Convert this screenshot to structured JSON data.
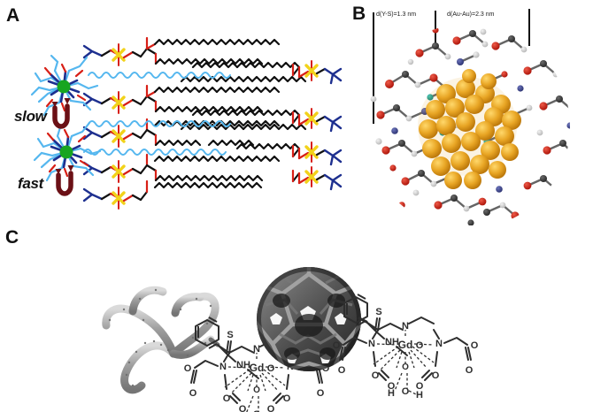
{
  "figure": {
    "panels": [
      {
        "id": "A",
        "letter": "A",
        "name": "lipid-bilayer-gd-chelate-schematic",
        "labels": [
          {
            "id": "slow",
            "text": "slow"
          },
          {
            "id": "fast",
            "text": "fast"
          }
        ],
        "legend_colors": {
          "phosphorus": "#f2d21a",
          "oxygen": "#d81f16",
          "nitrogen": "#1d2f8f",
          "carbon_chain": "#111111",
          "peg_chain": "#55b7ef",
          "metal_center": "#17a520"
        },
        "arrow_color": "#6b1016"
      },
      {
        "id": "B",
        "letter": "B",
        "name": "gold-nanoparticle-model",
        "dimension_labels": [
          {
            "id": "y-s",
            "text": "d(Y-S)=1.3 nm"
          },
          {
            "id": "au-au",
            "text": "d(Au-Au)=2.3 nm"
          }
        ],
        "legend_colors": {
          "gold_core": "#e0991b",
          "oxygen": "#c01d12",
          "carbon": "#3b3b3b",
          "hydrogen": "#d9d9d9",
          "nitrogen": "#39407d",
          "sulfur": "#16a19a"
        }
      },
      {
        "id": "C",
        "letter": "C",
        "name": "dendrimer-and-fullerene-gd-dtpa-conjugates",
        "structures": [
          {
            "id": "left",
            "name": "branched-polymer-gd-dtpa",
            "atom_labels": [
              "S",
              "NH",
              "N",
              "N",
              "Gd",
              "O",
              "O",
              "O",
              "O",
              "O",
              "O",
              "O",
              "O",
              "H",
              "O",
              "H"
            ]
          },
          {
            "id": "right",
            "name": "fullerene-cage-gd-dtpa",
            "atom_labels": [
              "S",
              "NH",
              "N",
              "N",
              "Gd",
              "O",
              "O",
              "O",
              "O",
              "O",
              "O",
              "O",
              "O",
              "H",
              "O",
              "H"
            ]
          }
        ],
        "chelate": {
          "thiocarbonyl": "S",
          "amide": "NH",
          "metal": "Gd",
          "nitrogen_left": "N",
          "nitrogen_mid": "N",
          "nitrogen_right": "N",
          "water_h_left": "H",
          "water_o": "O",
          "water_h_right": "H",
          "oxygen": "O"
        }
      }
    ]
  }
}
